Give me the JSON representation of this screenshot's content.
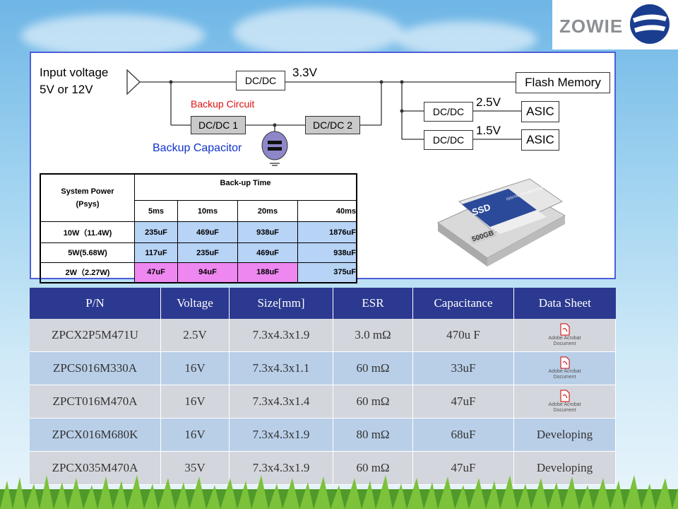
{
  "brand": {
    "name": "ZOWIE"
  },
  "diagram": {
    "input_label_1": "Input voltage",
    "input_label_2": "5V or 12V",
    "dcdc_top": "DC/DC",
    "v33": "3.3V",
    "flash": "Flash Memory",
    "backup_circuit": "Backup Circuit",
    "dcdc1": "DC/DC 1",
    "dcdc2": "DC/DC 2",
    "backup_cap": "Backup Capacitor",
    "dcdc_a": "DC/DC",
    "v25": "2.5V",
    "asic_a": "ASIC",
    "dcdc_b": "DC/DC",
    "v15": "1.5V",
    "asic_b": "ASIC",
    "colors": {
      "red": "#d11",
      "blue": "#1133cc"
    }
  },
  "backup_table": {
    "h_power": "System Power",
    "h_power2": "(Psys)",
    "h_time": "Back-up Time",
    "times": [
      "5ms",
      "10ms",
      "20ms",
      "40ms"
    ],
    "rows": [
      {
        "power": "10W（11.4W)",
        "vals": [
          "235uF",
          "469uF",
          "938uF",
          "1876uF"
        ],
        "color": "#b7d3f5"
      },
      {
        "power": "5W(5.68W)",
        "vals": [
          "117uF",
          "235uF",
          "469uF",
          "938uF"
        ],
        "color": "#b7d3f5"
      },
      {
        "power": "2W（2.27W)",
        "vals": [
          "47uF",
          "94uF",
          "188uF",
          "375uF"
        ],
        "color": "#ee88f0"
      }
    ]
  },
  "ssd": {
    "brand": "SSD",
    "capacity": "500GB",
    "tag": "DIGITAL TECHNOLOGY"
  },
  "pn_table": {
    "headers": [
      "P/N",
      "Voltage",
      "Size[mm]",
      "ESR",
      "Capacitance",
      "Data Sheet"
    ],
    "pdf_label_1": "Adobe Acrobat",
    "pdf_label_2": "Document",
    "rows": [
      {
        "pn": "ZPCX2P5M471U",
        "voltage": "2.5V",
        "size": "7.3x4.3x1.9",
        "esr": "3.0 mΩ",
        "cap": "470u F",
        "sheet": ""
      },
      {
        "pn": "ZPCS016M330A",
        "voltage": "16V",
        "size": "7.3x4.3x1.1",
        "esr": "60 mΩ",
        "cap": "33uF",
        "sheet": ""
      },
      {
        "pn": "ZPCT016M470A",
        "voltage": "16V",
        "size": "7.3x4.3x1.4",
        "esr": "60 mΩ",
        "cap": "47uF",
        "sheet": ""
      },
      {
        "pn": "ZPCX016M680K",
        "voltage": "16V",
        "size": "7.3x4.3x1.9",
        "esr": "80 mΩ",
        "cap": "68uF",
        "sheet": "Developing"
      },
      {
        "pn": "ZPCX035M470A",
        "voltage": "35V",
        "size": "7.3x4.3x1.9",
        "esr": "60 mΩ",
        "cap": "47uF",
        "sheet": "Developing"
      }
    ]
  }
}
